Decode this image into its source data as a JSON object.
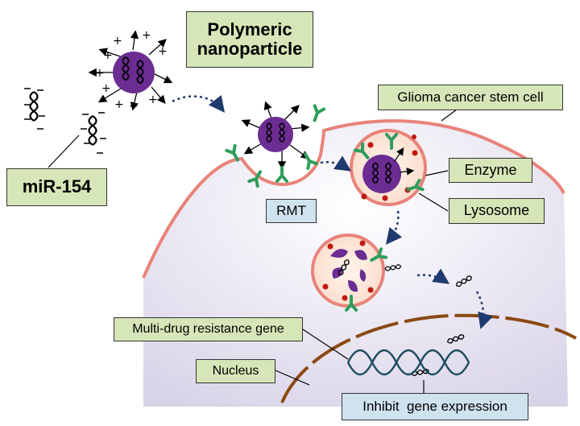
{
  "labels": {
    "nanoparticle": "Polymeric nanoparticle",
    "mirna": "miR-154",
    "cell": "Glioma cancer stem cell",
    "enzyme": "Enzyme",
    "lysosome": "Lysosome",
    "rmt": "RMT",
    "mdr_gene": "Multi-drug resistance gene",
    "nucleus": "Nucleus",
    "inhibit": "Inhibit  gene expression"
  },
  "colors": {
    "label_green": "#d6e6b8",
    "label_blue": "#cfe3ef",
    "membrane": "#e8837a",
    "nanoparticle": "#6b2d91",
    "receptor": "#2e9e5b",
    "enzyme_dot": "#c0180f",
    "nuclear_envelope": "#8b4a12",
    "dna_helix": "#1f4e5f",
    "arrow": "#1f3a6e"
  }
}
